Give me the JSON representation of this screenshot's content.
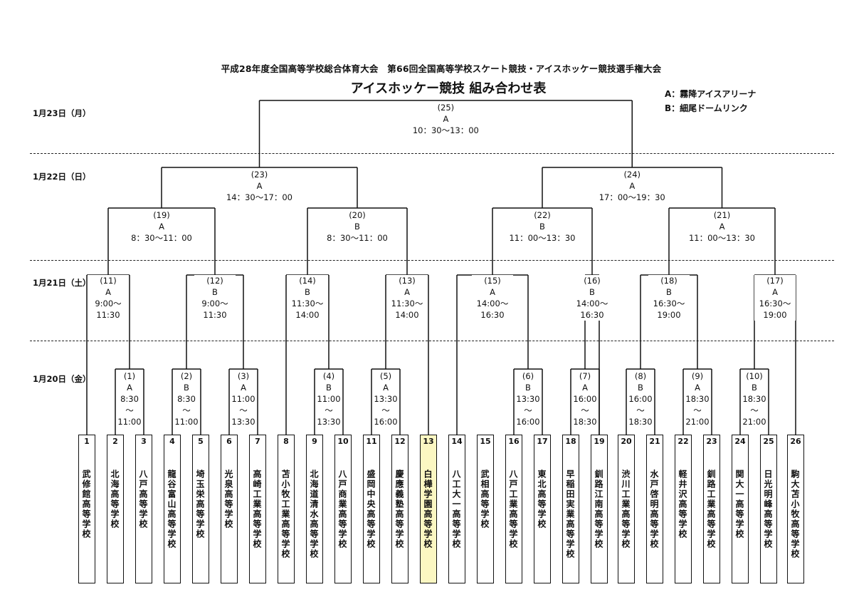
{
  "header": {
    "title": "平成28年度全国高等学校総合体育大会　第66回全国高等学校スケート競技・アイスホッケー競技選手権大会",
    "main_title": "アイスホッケー競技 組み合わせ表"
  },
  "legend": {
    "a": "A：霧降アイスアリーナ",
    "b": "B：細尾ドームリンク"
  },
  "dates": {
    "d23": "1月23日（月）",
    "d22": "1月22日（日）",
    "d21": "1月21日（土）",
    "d20": "1月20日（金）"
  },
  "matches": [
    {
      "num": "(1)",
      "venue": "A",
      "time": [
        "8:30",
        "～",
        "11:00"
      ]
    },
    {
      "num": "(2)",
      "venue": "B",
      "time": [
        "8:30",
        "～",
        "11:00"
      ]
    },
    {
      "num": "(3)",
      "venue": "A",
      "time": [
        "11:00",
        "～",
        "13:30"
      ]
    },
    {
      "num": "(4)",
      "venue": "B",
      "time": [
        "11:00",
        "～",
        "13:30"
      ]
    },
    {
      "num": "(5)",
      "venue": "A",
      "time": [
        "13:30",
        "～",
        "16:00"
      ]
    },
    {
      "num": "(6)",
      "venue": "B",
      "time": [
        "13:30",
        "～",
        "16:00"
      ]
    },
    {
      "num": "(7)",
      "venue": "A",
      "time": [
        "16:00",
        "～",
        "18:30"
      ]
    },
    {
      "num": "(8)",
      "venue": "B",
      "time": [
        "16:00",
        "～",
        "18:30"
      ]
    },
    {
      "num": "(9)",
      "venue": "A",
      "time": [
        "18:30",
        "～",
        "21:00"
      ]
    },
    {
      "num": "(10)",
      "venue": "B",
      "time": [
        "18:30",
        "～",
        "21:00"
      ]
    },
    {
      "num": "(11)",
      "venue": "A",
      "time": [
        "9:00～",
        "11:30"
      ]
    },
    {
      "num": "(12)",
      "venue": "B",
      "time": [
        "9:00～",
        "11:30"
      ]
    },
    {
      "num": "(14)",
      "venue": "B",
      "time": [
        "11:30～",
        "14:00"
      ]
    },
    {
      "num": "(13)",
      "venue": "A",
      "time": [
        "11:30～",
        "14:00"
      ]
    },
    {
      "num": "(15)",
      "venue": "A",
      "time": [
        "14:00～",
        "16:30"
      ]
    },
    {
      "num": "(16)",
      "venue": "B",
      "time": [
        "14:00～",
        "16:30"
      ]
    },
    {
      "num": "(18)",
      "venue": "B",
      "time": [
        "16:30～",
        "19:00"
      ]
    },
    {
      "num": "(17)",
      "venue": "A",
      "time": [
        "16:30～",
        "19:00"
      ]
    },
    {
      "num": "(19)",
      "venue": "A",
      "time": [
        "8：30～11：00"
      ]
    },
    {
      "num": "(20)",
      "venue": "B",
      "time": [
        "8：30～11：00"
      ]
    },
    {
      "num": "(22)",
      "venue": "B",
      "time": [
        "11：00～13：30"
      ]
    },
    {
      "num": "(21)",
      "venue": "A",
      "time": [
        "11：00～13：30"
      ]
    },
    {
      "num": "(23)",
      "venue": "A",
      "time": [
        "14：30～17：00"
      ]
    },
    {
      "num": "(24)",
      "venue": "A",
      "time": [
        "17：00～19：30"
      ]
    },
    {
      "num": "(25)",
      "venue": "A",
      "time": [
        "10：30～13：00"
      ]
    }
  ],
  "teams": [
    {
      "num": "1",
      "name": "武修館高等学校"
    },
    {
      "num": "2",
      "name": "北海高等学校"
    },
    {
      "num": "3",
      "name": "八戸高等学校"
    },
    {
      "num": "4",
      "name": "龍谷富山高等学校"
    },
    {
      "num": "5",
      "name": "埼玉栄高等学校"
    },
    {
      "num": "6",
      "name": "光泉高等学校"
    },
    {
      "num": "7",
      "name": "高崎工業高等学校"
    },
    {
      "num": "8",
      "name": "苫小牧工業高等学校"
    },
    {
      "num": "9",
      "name": "北海道清水高等学校"
    },
    {
      "num": "10",
      "name": "八戸商業高等学校"
    },
    {
      "num": "11",
      "name": "盛岡中央高等学校"
    },
    {
      "num": "12",
      "name": "慶應義塾高等学校"
    },
    {
      "num": "13",
      "name": "白樺学園高等学校",
      "highlight": true
    },
    {
      "num": "14",
      "name": "八工大一高等学校"
    },
    {
      "num": "15",
      "name": "武相高等学校"
    },
    {
      "num": "16",
      "name": "八戸工業高等学校"
    },
    {
      "num": "17",
      "name": "東北高等学校"
    },
    {
      "num": "18",
      "name": "早稲田実業高等学校"
    },
    {
      "num": "19",
      "name": "釧路江南高等学校"
    },
    {
      "num": "20",
      "name": "渋川工業高等学校"
    },
    {
      "num": "21",
      "name": "水戸啓明高等学校"
    },
    {
      "num": "22",
      "name": "軽井沢高等学校"
    },
    {
      "num": "23",
      "name": "釧路工業高等学校"
    },
    {
      "num": "24",
      "name": "関大一高等学校"
    },
    {
      "num": "25",
      "name": "日光明峰高等学校"
    },
    {
      "num": "26",
      "name": "駒大苫小牧高等学校"
    }
  ]
}
